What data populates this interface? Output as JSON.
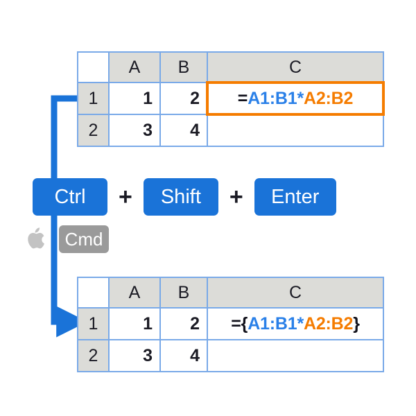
{
  "accent": {
    "blue": "#1a73d8",
    "formula_blue": "#2a80e8",
    "orange": "#f57c00",
    "grid_border": "#79a9e8",
    "header_fill": "#dcdcd8",
    "cmd_gray": "#9a9a9a",
    "apple_gray": "#c3c3c3"
  },
  "top_sheet": {
    "name": "before-array-formula-table",
    "corner_label": "",
    "column_headers": [
      "A",
      "B",
      "C"
    ],
    "rows": [
      {
        "row_header": "1",
        "a": "1",
        "b": "2",
        "c_type": "formula"
      },
      {
        "row_header": "2",
        "a": "3",
        "b": "4",
        "c_type": "empty"
      }
    ],
    "formula": {
      "highlighted": true,
      "tokens": [
        {
          "text": "=",
          "color": "plain"
        },
        {
          "text": "A1:B1",
          "color": "blue"
        },
        {
          "text": "*",
          "color": "blue"
        },
        {
          "text": "A2:B2",
          "color": "orange"
        }
      ],
      "full_text": "=A1:B1*A2:B2"
    }
  },
  "bottom_sheet": {
    "name": "after-array-formula-table",
    "corner_label": "",
    "column_headers": [
      "A",
      "B",
      "C"
    ],
    "rows": [
      {
        "row_header": "1",
        "a": "1",
        "b": "2",
        "c_type": "formula"
      },
      {
        "row_header": "2",
        "a": "3",
        "b": "4",
        "c_type": "empty"
      }
    ],
    "formula": {
      "highlighted": false,
      "tokens": [
        {
          "text": "={",
          "color": "plain"
        },
        {
          "text": "A1:B1",
          "color": "blue"
        },
        {
          "text": "*",
          "color": "blue"
        },
        {
          "text": "A2:B2",
          "color": "orange"
        },
        {
          "text": "}",
          "color": "plain"
        }
      ],
      "full_text": "={A1:B1*A2:B2}"
    }
  },
  "shortcut": {
    "keys": [
      {
        "label": "Ctrl",
        "name": "key-ctrl"
      },
      {
        "label": "Shift",
        "name": "key-shift"
      },
      {
        "label": "Enter",
        "name": "key-enter"
      }
    ],
    "separator": "+",
    "mac_alternative": {
      "platform_icon": "apple-logo-icon",
      "label": "Cmd"
    }
  },
  "connector": {
    "name": "flow-arrow",
    "description": "arrow from top row 1 down to bottom row 1",
    "color": "#1a73d8"
  }
}
